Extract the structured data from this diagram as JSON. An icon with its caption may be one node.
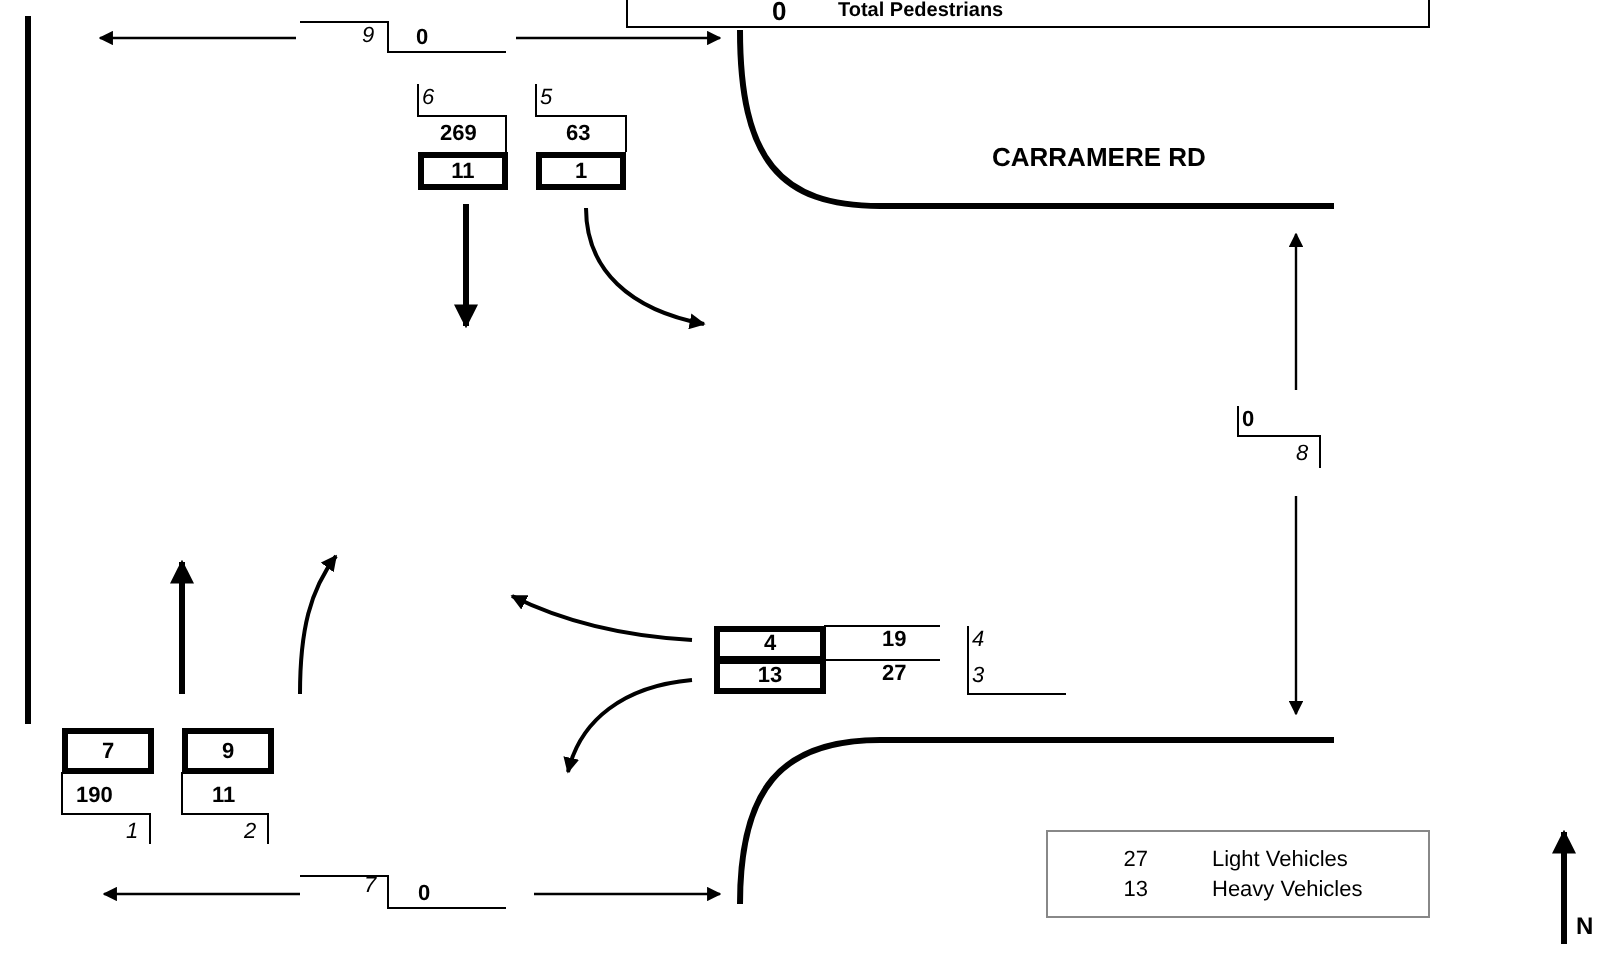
{
  "diagram": {
    "nodes": [
      {
        "text": [
          "0",
          "Total Pedestrians"
        ]
      },
      {
        "text": [
          "11"
        ]
      },
      {
        "text": [
          "1"
        ]
      },
      {
        "text": [
          "4"
        ]
      },
      {
        "text": [
          "13"
        ]
      },
      {
        "text": [
          "7"
        ]
      },
      {
        "text": [
          "9"
        ]
      },
      {
        "text": [
          "27",
          "Light Vehicles",
          "13",
          "Heavy Vehicles"
        ]
      }
    ],
    "labels": [
      "9",
      "0",
      "6",
      "5",
      "269",
      "63",
      "CARRAMERE RD",
      "0",
      "8",
      "19",
      "4",
      "27",
      "3",
      "190",
      "11",
      "1",
      "2",
      "7",
      "0",
      "N"
    ]
  }
}
